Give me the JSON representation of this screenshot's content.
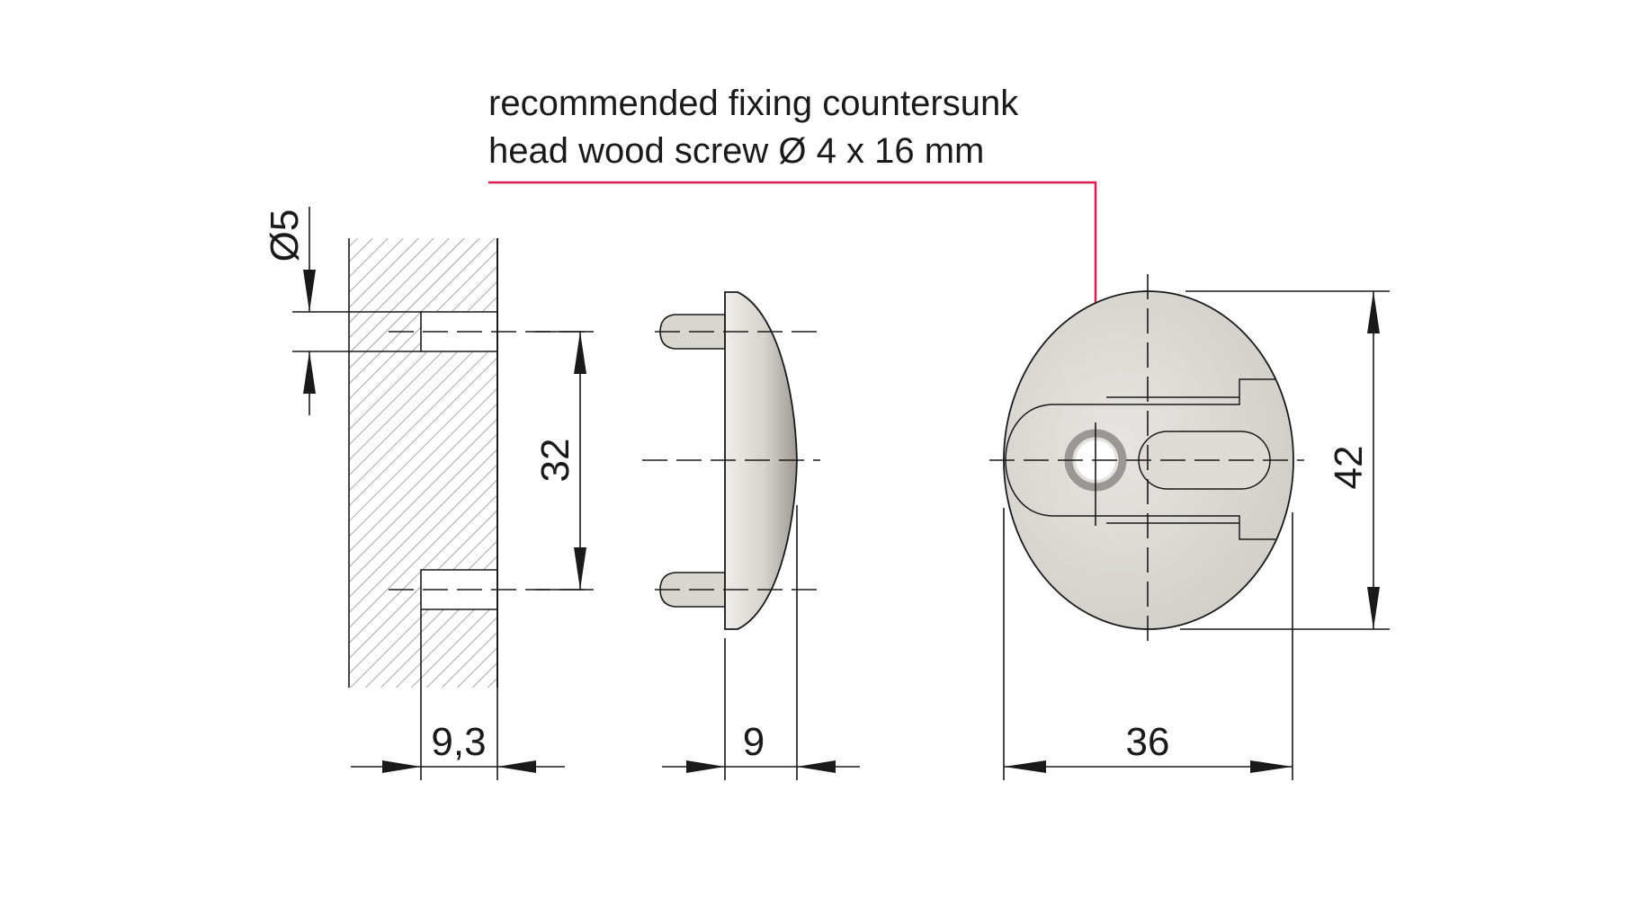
{
  "note": {
    "line1": "recommended fixing countersunk",
    "line2": "head wood screw Ø 4 x 16 mm",
    "leader_color": "#d6204f"
  },
  "dimensions": {
    "hole_diameter": "Ø5",
    "hole_spacing": "32",
    "drill_depth": "9,3",
    "part_depth": "9",
    "part_width": "36",
    "part_height": "42"
  },
  "colors": {
    "line": "#1a1a1a",
    "part_fill": "#d8d5cf",
    "hatch": "#8a8a8a"
  }
}
